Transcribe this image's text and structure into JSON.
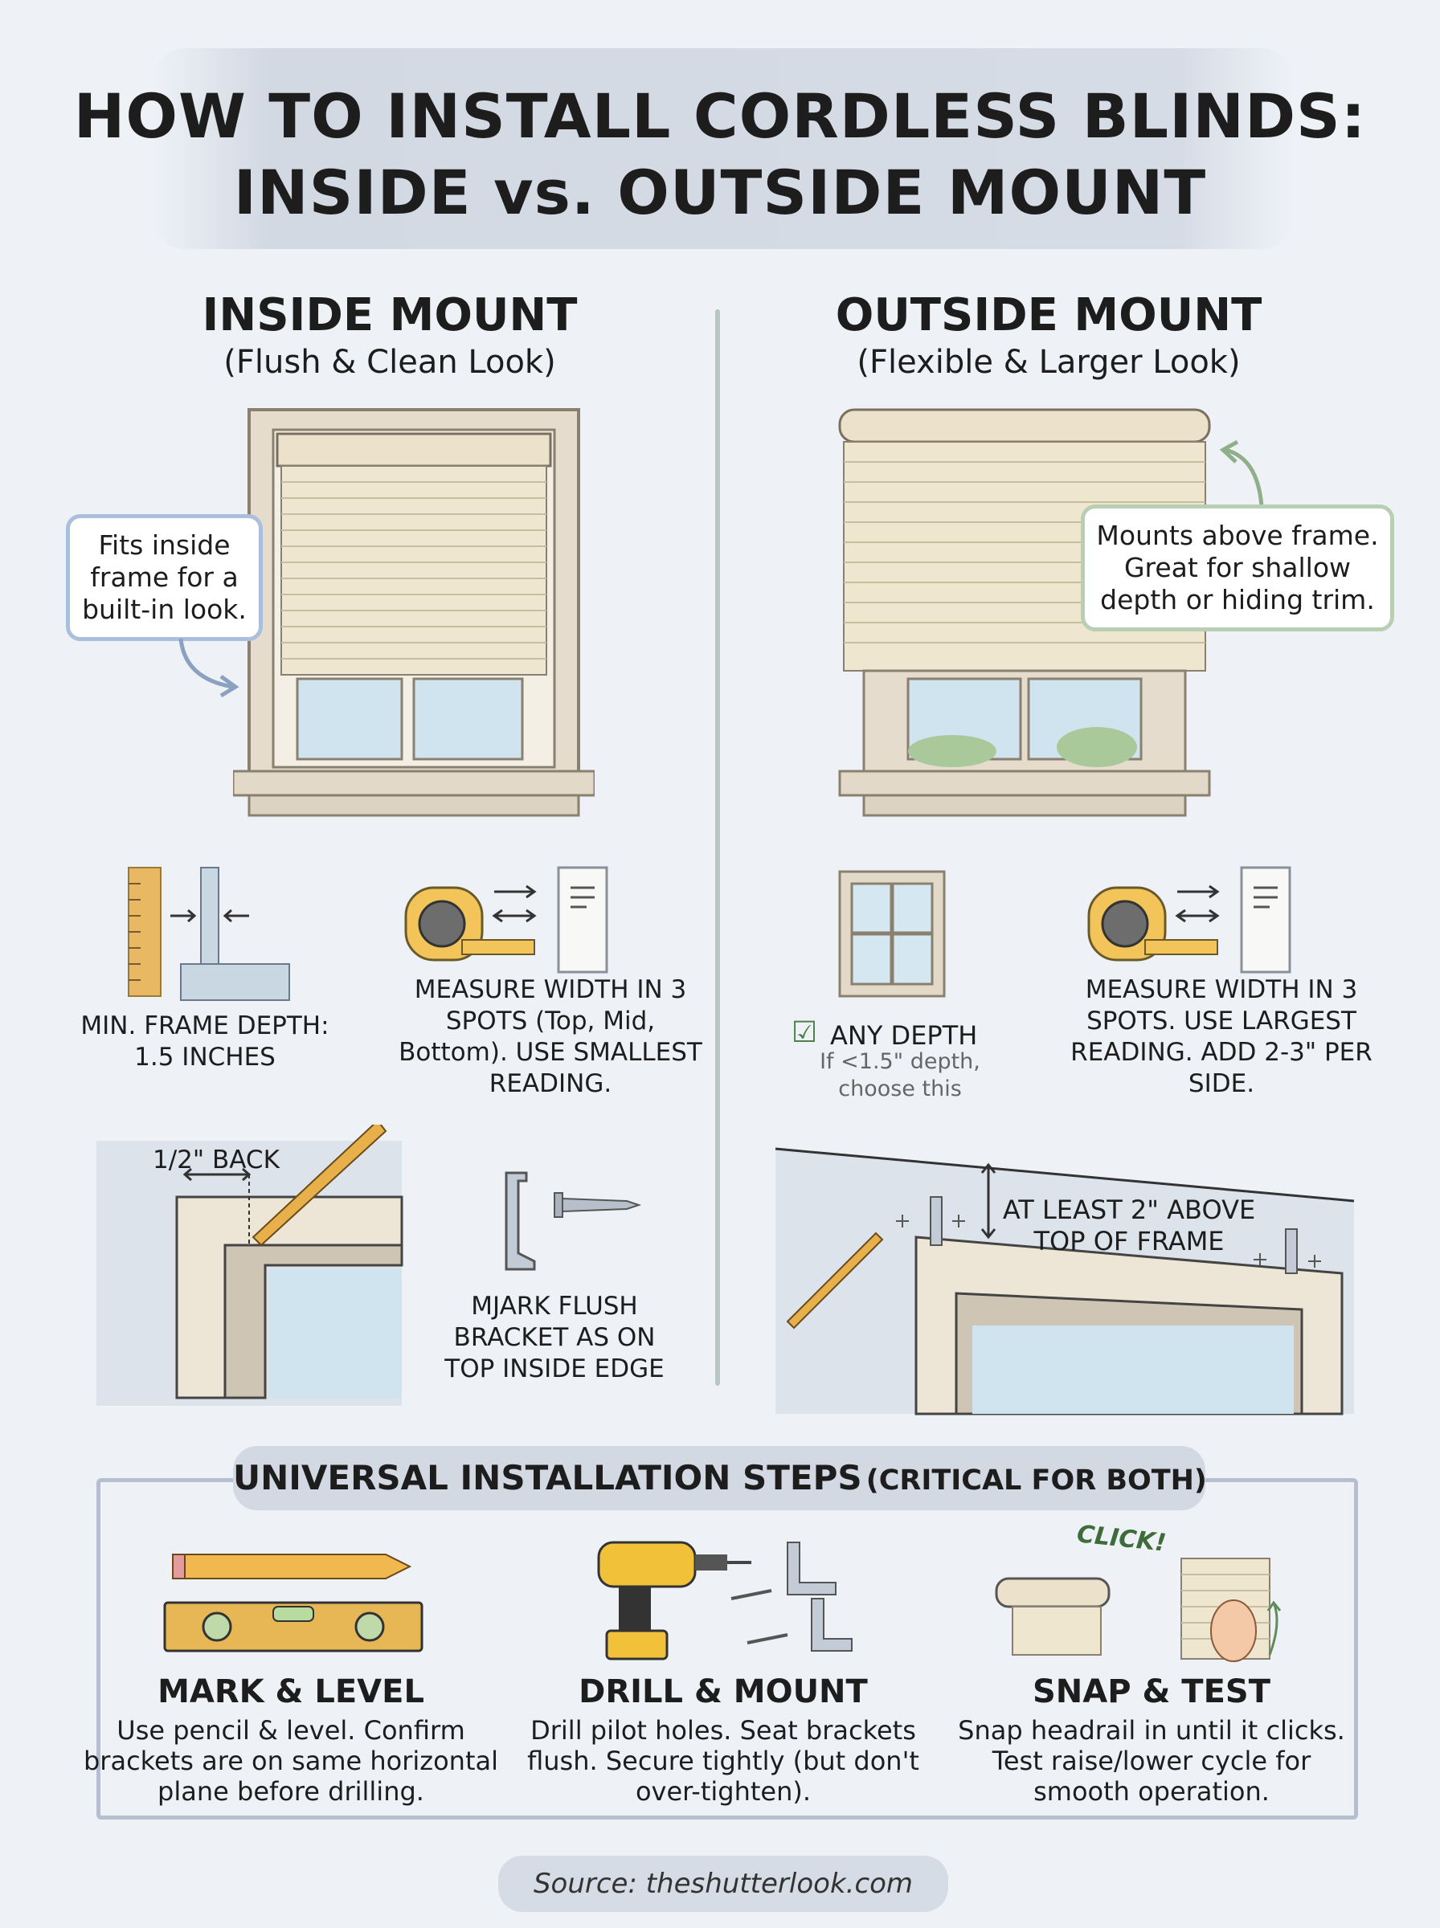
{
  "title": {
    "line1": "HOW TO INSTALL CORDLESS BLINDS:",
    "line2": "INSIDE vs. OUTSIDE MOUNT"
  },
  "inside": {
    "heading": "INSIDE MOUNT",
    "subheading": "(Flush & Clean Look)",
    "callout": "Fits inside frame for a built-in look.",
    "depth_label": "MIN. FRAME DEPTH: 1.5 INCHES",
    "measure_label": "MEASURE WIDTH IN 3 SPOTS (Top, Mid, Bottom). USE SMALLEST READING.",
    "back_label": "1/2\" BACK",
    "bracket_label": "MJARK FLUSH BRACKET AS ON TOP INSIDE EDGE"
  },
  "outside": {
    "heading": "OUTSIDE MOUNT",
    "subheading": "(Flexible & Larger Look)",
    "callout": "Mounts above frame. Great for shallow depth or hiding trim.",
    "depth_label": "ANY DEPTH",
    "depth_note": "If <1.5\" depth, choose this",
    "measure_label": "MEASURE WIDTH IN 3 SPOTS. USE LARGEST READING. ADD 2-3\" PER SIDE.",
    "above_label": "AT LEAST 2\" ABOVE TOP OF FRAME"
  },
  "universal": {
    "title": "UNIVERSAL INSTALLATION STEPS",
    "title_suffix": "(CRITICAL FOR BOTH)",
    "click_label": "CLICK!",
    "steps": [
      {
        "heading": "MARK & LEVEL",
        "text": "Use pencil & level. Confirm brackets are on same horizontal plane before drilling.",
        "icon": "pencil-level-icon"
      },
      {
        "heading": "DRILL & MOUNT",
        "text": "Drill pilot holes. Seat brackets flush. Secure tightly (but don't over-tighten).",
        "icon": "drill-icon"
      },
      {
        "heading": "SNAP & TEST",
        "text": "Snap headrail in until it clicks. Test raise/lower cycle for smooth operation.",
        "icon": "headrail-click-icon"
      }
    ]
  },
  "source": "Source: theshutterlook.com",
  "colors": {
    "background": "#eef2f7",
    "blind": "#efe6d0",
    "frame": "#e6dccd",
    "glass": "#cfe4ee",
    "callout_blue": "#a9bfdc",
    "callout_green": "#b9cfb4",
    "check_green": "#4f7f4a",
    "pencil": "#e8b04a"
  }
}
